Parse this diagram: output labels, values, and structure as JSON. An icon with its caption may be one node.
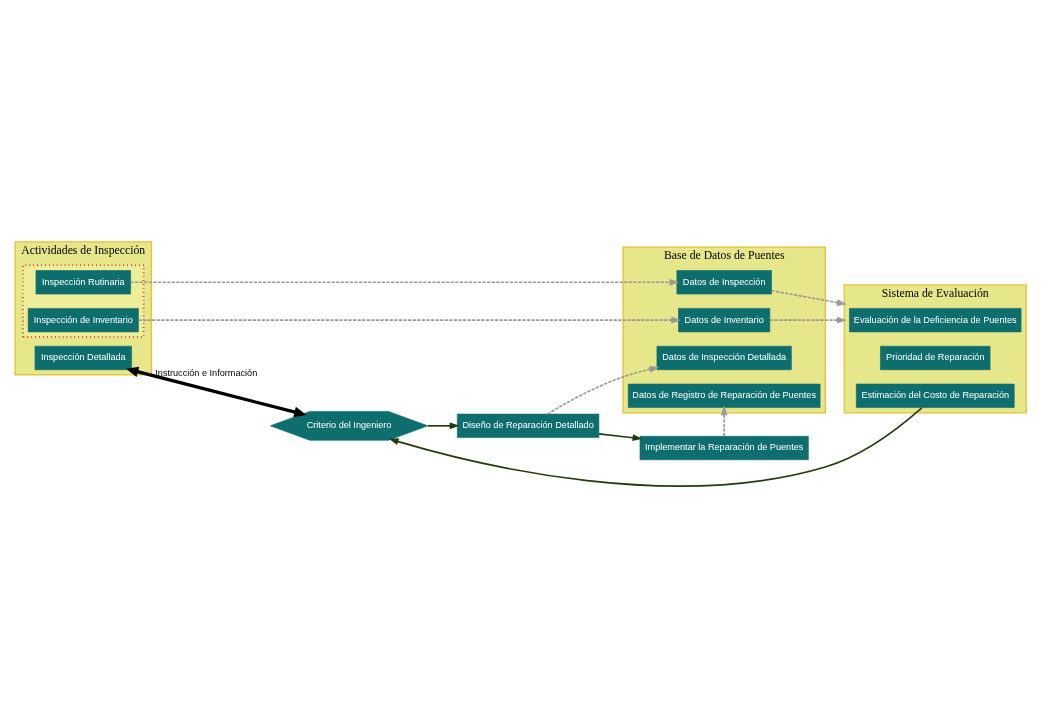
{
  "diagram": {
    "nodes": [
      {
        "text": [
          "Actividades de Inspección"
        ]
      },
      {
        "text": [],
        "shape": "box",
        "in": 0
      },
      {
        "text": [
          "Inspección de Inventario"
        ],
        "in": 1
      },
      {
        "text": [
          "Inspección Rutinaria"
        ],
        "in": 1
      },
      {
        "text": [
          "Inspección Detallada"
        ],
        "in": 0
      },
      {
        "text": [
          "Base de Datos de Puentes"
        ]
      },
      {
        "text": [
          "Datos de Inventario"
        ],
        "in": 5
      },
      {
        "text": [
          "Datos de Inspección"
        ],
        "in": 5
      },
      {
        "text": [
          "Datos de Inspección Detallada"
        ],
        "in": 5
      },
      {
        "text": [
          "Datos de Registro de Reparación de Puentes"
        ],
        "in": 5
      },
      {
        "text": [
          "Sistema de Evaluación"
        ]
      },
      {
        "text": [
          "Evaluación de la Deficiencia de Puentes"
        ],
        "in": 10
      },
      {
        "text": [
          "Prioridad de Reparación"
        ],
        "in": 10
      },
      {
        "text": [
          "Estimación del Costo de Reparación"
        ],
        "in": 10
      },
      {
        "text": [
          "Criterio del Ingeniero"
        ]
      },
      {
        "text": [
          "Diseño de Reparación Detallado"
        ]
      },
      {
        "text": [
          "Implementar la Reparación de Puentes"
        ]
      }
    ],
    "edges": [
      {
        "from": 2,
        "to": 6,
        "arrow": "to",
        "style": "dashed"
      },
      {
        "from": 3,
        "to": 7,
        "arrow": "to",
        "style": "dashed"
      },
      {
        "from": 6,
        "to": 10,
        "arrow": "to",
        "style": "dashed"
      },
      {
        "from": 7,
        "to": 10,
        "arrow": "to",
        "style": "dashed"
      },
      {
        "from": 13,
        "to": 14,
        "arrow": "to",
        "color": "#1f3d0c"
      },
      {
        "from": 4,
        "to": 14,
        "arrow": "both",
        "label": "Instrucción e Información",
        "style": "thick",
        "color": "#000000"
      },
      {
        "from": 14,
        "to": 15,
        "arrow": "to",
        "color": "#1f3d0c"
      },
      {
        "from": 15,
        "to": 8,
        "arrow": "to",
        "style": "dashed"
      },
      {
        "from": 15,
        "to": 16,
        "arrow": "to",
        "color": "#1f3d0c"
      },
      {
        "from": 16,
        "to": 9,
        "arrow": "to",
        "style": "dashed"
      }
    ]
  }
}
